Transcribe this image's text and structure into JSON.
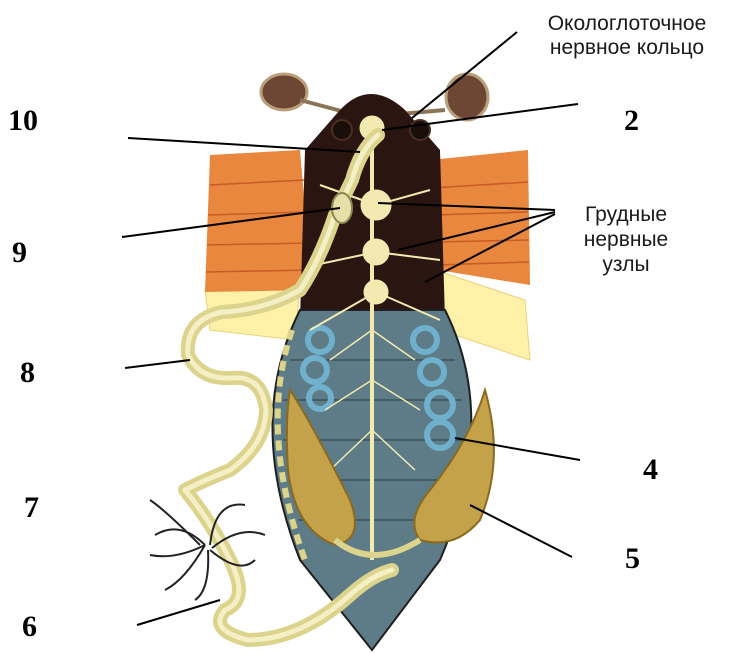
{
  "captions": {
    "pharyngeal_ring": [
      "Окологлоточное",
      "нервное кольцо"
    ],
    "thoracic_ganglia": [
      "Грудные",
      "нервные",
      "узлы"
    ]
  },
  "numbers": {
    "n10": "10",
    "n2": "2",
    "n9": "9",
    "n8": "8",
    "n4": "4",
    "n7": "7",
    "n5": "5",
    "n6": "6"
  },
  "colors": {
    "wing": "#e9873f",
    "wing_dark": "#c85a24",
    "hind_wing": "#fff1a8",
    "body_dark": "#2b1510",
    "abdomen": "#5e7c88",
    "nerve": "#f2eab0",
    "tract": "#dcd38c",
    "trachea": "#6fb0cc",
    "gonad": "#c4a24a"
  }
}
